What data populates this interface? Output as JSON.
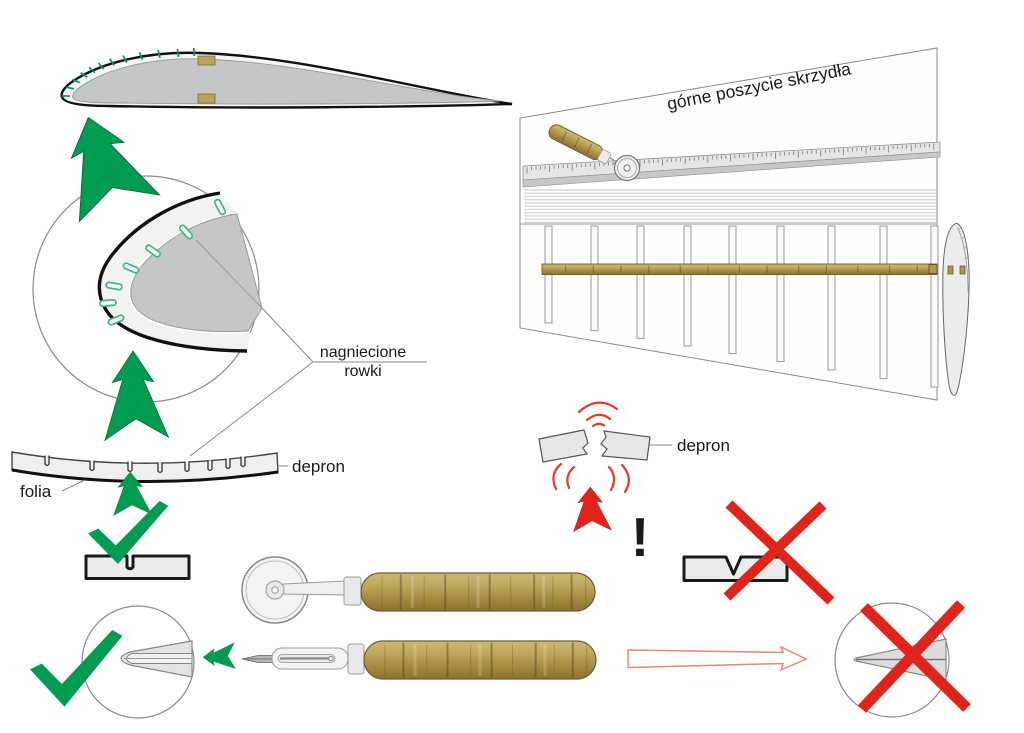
{
  "labels": {
    "callout_grooves_line1": "nagniecione",
    "callout_grooves_line2": "rowki",
    "strip_material": "depron",
    "strip_film": "folia",
    "broken_material": "depron",
    "wing_skin_caption": "górne poszycie skrzydła",
    "warning_mark": "!"
  },
  "colors": {
    "good_green": "#009C52",
    "groove_green": "#3DBA7E",
    "bad_red": "#E0241C",
    "crack_red": "#E4392B",
    "wood_tan": "#B49C58",
    "foam_core_gray": "#C5C6C8",
    "foam_skin_gray": "#EFEFEF",
    "caption_gray": "#9A9A9A",
    "outline_black": "#1A1A1A"
  },
  "icons": {
    "checkmark-icon": "✓",
    "cross-icon": "✕",
    "arrow-up-icon": "▲",
    "arrow-left-icon": "◀",
    "arrow-right-outline-icon": "▷",
    "exclamation-icon": "!",
    "magnifier-circle-icon": "○"
  }
}
